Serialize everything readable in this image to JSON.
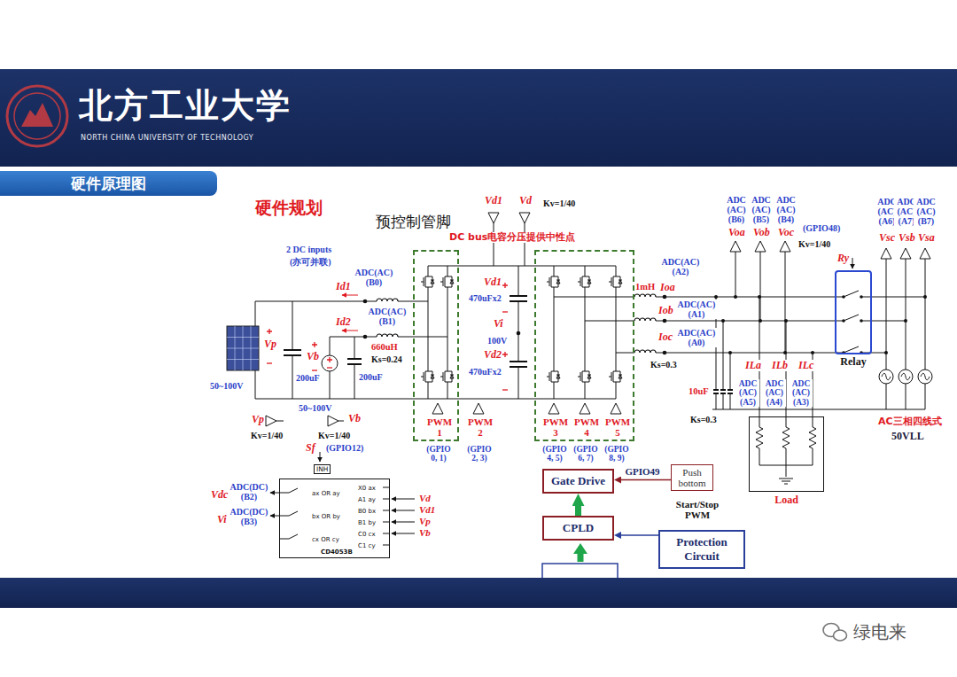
{
  "diagram": {
    "title": "硬件原理图",
    "nodes": [
      {
        "text": [
          "PWM 1"
        ]
      },
      {
        "text": [
          "PWM 3",
          "PWM 4",
          "PWM 5"
        ]
      },
      {
        "text": [
          "Relay"
        ]
      },
      {
        "text": [
          "Load"
        ]
      },
      {
        "text": [
          "INH",
          "ax OR ay",
          "bx OR by",
          "cx OR cy",
          "X0 ax",
          "A1 ay",
          "B0 bx",
          "B1 by",
          "C0 cx",
          "C1 cy",
          "CD4053B"
        ]
      },
      {
        "text": [
          "Gate Drive"
        ]
      },
      {
        "text": [
          "CPLD"
        ]
      },
      {
        "text": [
          "Push bottom"
        ]
      },
      {
        "text": [
          "Protection Circuit"
        ]
      }
    ],
    "edges": [
      {
        "from": 7,
        "to": 5,
        "arrow": "to",
        "label": "GPIO49"
      },
      {
        "from": 6,
        "to": 5,
        "arrow": "to"
      },
      {
        "from": 8,
        "to": 6,
        "arrow": "to"
      }
    ],
    "labels": [
      "北方工业大学",
      "NORTH CHINA UNIVERSITY OF TECHNOLOGY",
      "硬件规划",
      "预控制管脚",
      "Vd1",
      "Vd",
      "Kv=1/40",
      "DC bus电容分压提供中性点",
      "ADC (AC) (B6)",
      "ADC (AC) (B5)",
      "ADC (AC) (B4)",
      "ADC (AC) (A6)",
      "ADC (AC) (A7)",
      "ADC (AC) (B7)",
      "(GPIO48)",
      "Voa",
      "Vob",
      "Voc",
      "Vsc",
      "Vsb",
      "Vsa",
      "Kv=1/40",
      "Ry",
      "2 DC inputs",
      "(亦可并联)",
      "ADC(AC) (B0)",
      "Id1",
      "ADC(AC) (A2)",
      "1mH",
      "Ioa",
      "Vd1",
      "470uFx2",
      "ADC(AC) (B1)",
      "Id2",
      "Iob",
      "ADC(AC) (A1)",
      "Vi",
      "ADC(AC) (A0)",
      "Ioc",
      "100V",
      "Vp",
      "660uH",
      "Vd2",
      "Vb",
      "Ks=0.24",
      "Ks=0.3",
      "ILa",
      "ILb",
      "ILc",
      "470uFx2",
      "200uF",
      "200uF",
      "50~100V",
      "ADC (AC) (A5)",
      "ADC (AC) (A4)",
      "ADC (AC) (A3)",
      "10uF",
      "50~100V",
      "Vp",
      "Vb",
      "Ks=0.3",
      "AC三相四线式",
      "PWM 2",
      "50VLL",
      "Kv=1/40",
      "Kv=1/40",
      "Sf",
      "(GPIO12)",
      "(GPIO 0, 1)",
      "(GPIO 2, 3)",
      "(GPIO 4, 5)",
      "(GPIO 6, 7)",
      "(GPIO 8, 9)",
      "ADC(DC) (B2)",
      "Vdc",
      "Vd",
      "Start/Stop PWM",
      "Vd1",
      "ADC(DC) (B3)",
      "Vi",
      "Vp",
      "Vb",
      "绿电来"
    ]
  }
}
